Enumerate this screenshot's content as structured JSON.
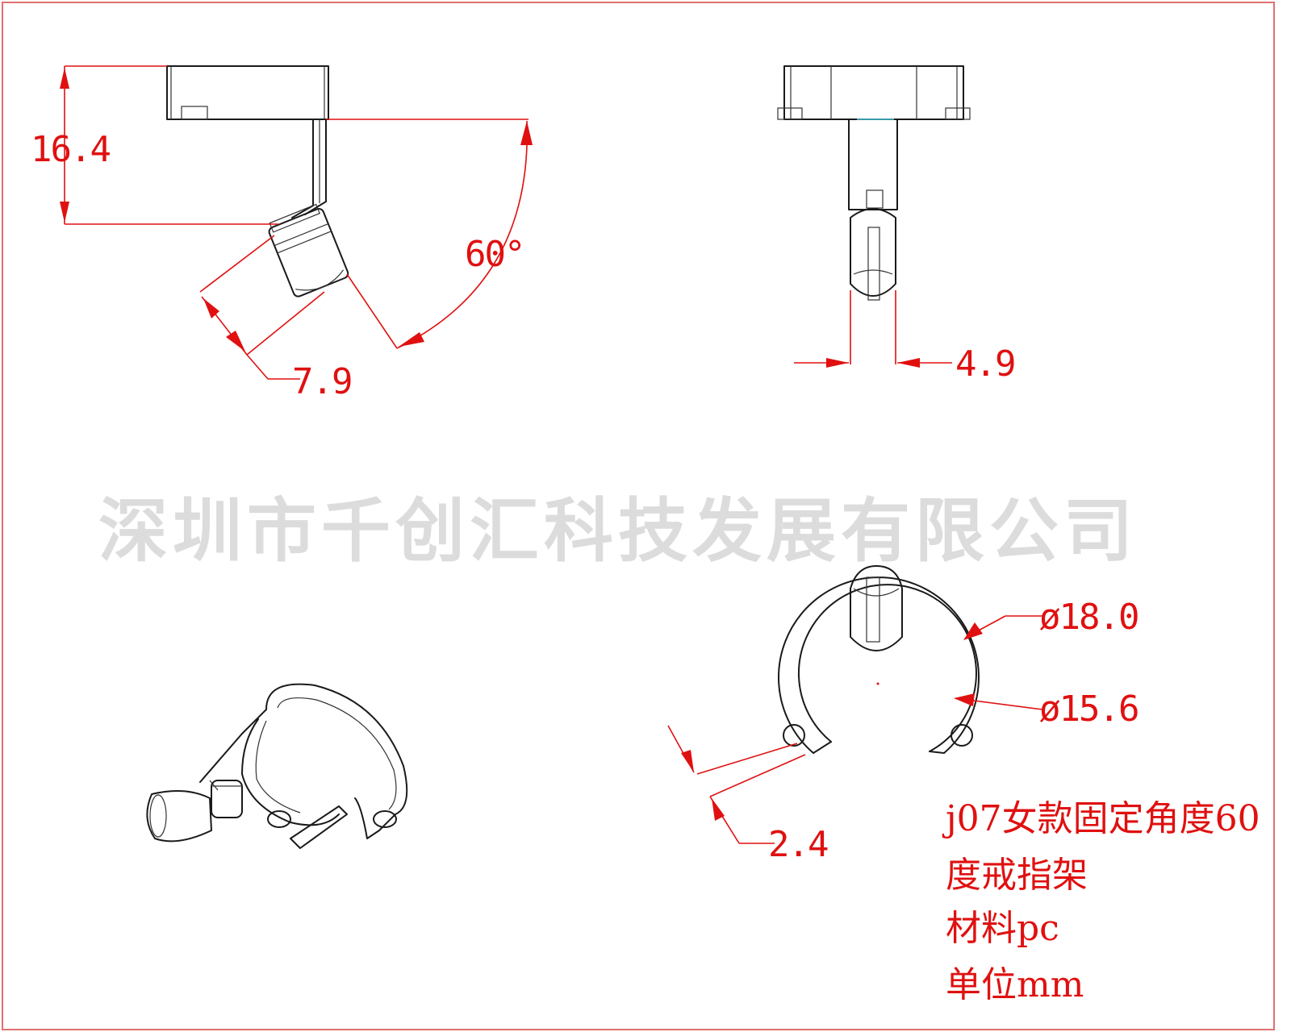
{
  "colors": {
    "dimension": "#e01010",
    "line": "#1a1a1a",
    "watermark": "#d6d6d6",
    "cyan": "#45c4d8"
  },
  "watermark": "深圳市千创汇科技发展有限公司",
  "side_view": {
    "height_label": "16.4",
    "angle_label": "60°",
    "width_label": "7.9"
  },
  "front_view": {
    "width_label": "4.9"
  },
  "top_view": {
    "outer_diameter_label": "ø18.0",
    "inner_diameter_label": "ø15.6",
    "thickness_label": "2.4"
  },
  "notes": {
    "line1": "j07女款固定角度60",
    "line2": "度戒指架",
    "line3": "材料pc",
    "line4": "单位mm"
  }
}
